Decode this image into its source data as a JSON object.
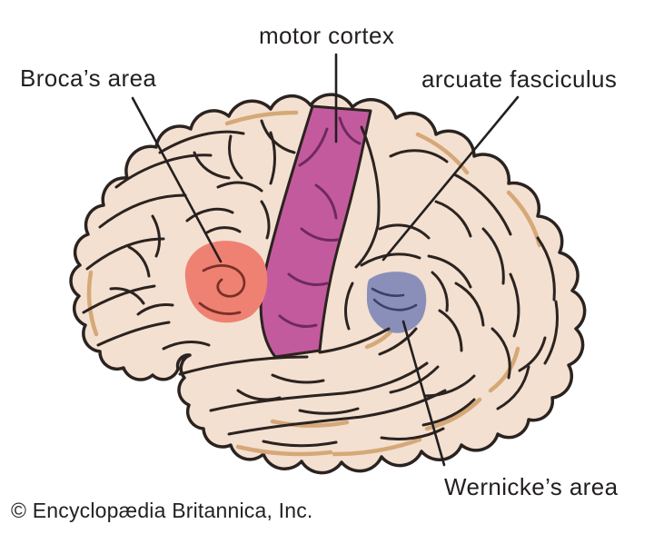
{
  "figure": {
    "type": "anatomical-diagram",
    "subject": "lateral view of human brain with language areas"
  },
  "labels": {
    "broca": "Broca’s area",
    "motor": "motor cortex",
    "arcuate": "arcuate fasciculus",
    "wernicke": "Wernicke’s area"
  },
  "copyright": "© Encyclopædia Britannica, Inc.",
  "colors": {
    "background": "#ffffff",
    "brain_fill": "#f3e0d0",
    "brain_outline": "#2b2320",
    "tan_accent": "#d6a878",
    "broca_fill": "#ef8173",
    "broca_line": "#7a3028",
    "motor_fill": "#c45a9e",
    "motor_line": "#6f2a5e",
    "wernicke_fill": "#8a8fb9",
    "wernicke_line": "#3c3f69",
    "label_text": "#231f20",
    "leader_line": "#231f20"
  }
}
